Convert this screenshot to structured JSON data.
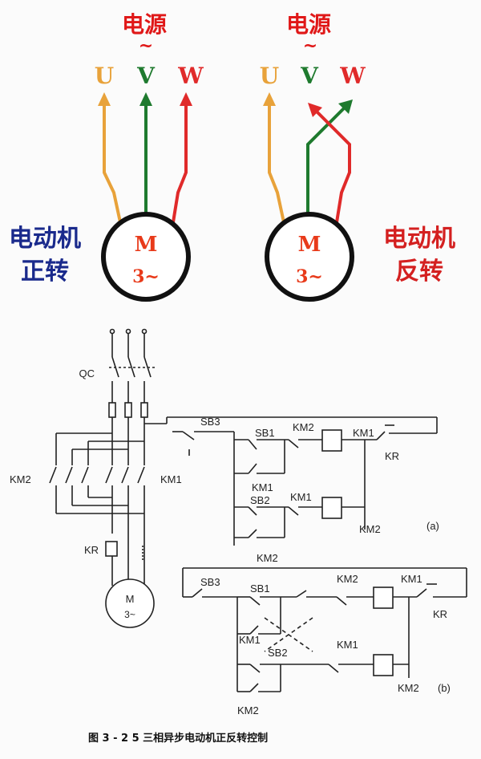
{
  "top_left": {
    "power": "电源",
    "tilde": "~",
    "phases": {
      "u": "U",
      "v": "V",
      "w": "W"
    },
    "motor": {
      "m": "M",
      "three_phase": "3~"
    },
    "caption_line1": "电动机",
    "caption_line2": "正转"
  },
  "top_right": {
    "power": "电源",
    "tilde": "~",
    "phases": {
      "u": "U",
      "v": "V",
      "w": "W"
    },
    "motor": {
      "m": "M",
      "three_phase": "3~"
    },
    "caption_line1": "电动机",
    "caption_line2": "反转"
  },
  "power_circuit": {
    "qc": "QC",
    "km2": "KM2",
    "km1": "KM1",
    "kr": "KR",
    "motor_m": "M",
    "motor_3": "3~"
  },
  "control_a": {
    "sb3": "SB3",
    "sb1": "SB1",
    "km2_top": "KM2",
    "km1_top": "KM1",
    "kr": "KR",
    "km1_hold": "KM1",
    "sb2": "SB2",
    "km1_mid": "KM1",
    "km2_coil": "KM2",
    "km2_hold": "KM2",
    "tag": "(a)"
  },
  "control_b": {
    "sb3": "SB3",
    "sb1": "SB1",
    "km2_top": "KM2",
    "km1_top": "KM1",
    "kr": "KR",
    "km1_left": "KM1",
    "sb2": "SB2",
    "km1_mid": "KM1",
    "km2_coil": "KM2",
    "km2_bottom": "KM2",
    "tag": "(b)"
  },
  "figure_caption": "图 3 - 2 5  三相异步电动机正反转控制",
  "colors": {
    "u_phase": "#e8a23a",
    "v_phase": "#1e7a2e",
    "w_phase": "#e02a2a",
    "power_title": "#e01818",
    "caption_blue": "#1a2a8c",
    "caption_red": "#d42020",
    "line": "#222222"
  }
}
